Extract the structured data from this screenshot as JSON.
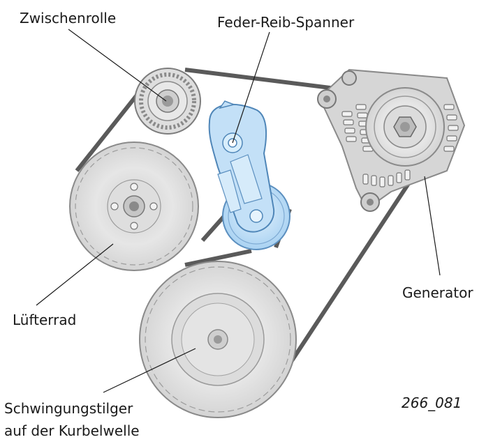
{
  "labels": {
    "zwischenrolle": "Zwischenrolle",
    "spanner": "Feder-Reib-Spanner",
    "generator": "Generator",
    "luefterrad": "Lüfterrad",
    "schwingung_line1": "Schwingungstilger",
    "schwingung_line2": "auf der Kurbelwelle"
  },
  "figure_number": "266_081",
  "colors": {
    "pulley_fill": "#e2e2e2",
    "pulley_edge": "#9a9a9a",
    "belt": "#5a5a5a",
    "tensioner_fill": "#bcdcf5",
    "tensioner_edge": "#5b8fbf",
    "text": "#1a1a1a"
  }
}
